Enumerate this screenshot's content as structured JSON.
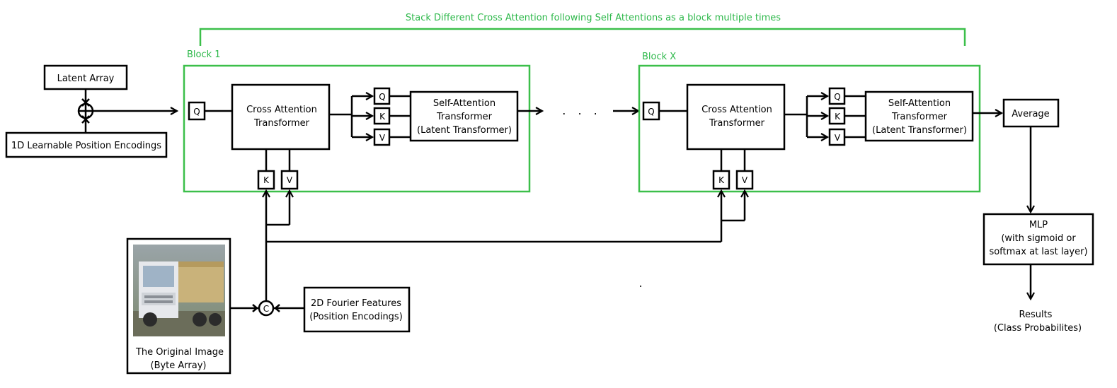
{
  "stack_note": "Stack Different Cross Attention following Self Attentions as a block multiple times",
  "block1_label": "Block 1",
  "blockx_label": "Block X",
  "latent_array": "Latent Array",
  "position_encodings_1d": "1D Learnable Position Encodings",
  "cross_attention": [
    "Cross Attention",
    "Transformer"
  ],
  "self_attention": [
    "Self-Attention",
    "Transformer",
    "(Latent Transformer)"
  ],
  "q_label": "Q",
  "k_label": "K",
  "v_label": "V",
  "ellipsis": ". . .",
  "average": "Average",
  "mlp": [
    "MLP",
    "(with sigmoid or",
    "softmax at last layer)"
  ],
  "results": [
    "Results",
    "(Class Probabilites)"
  ],
  "original_image": [
    "The Original Image",
    "(Byte Array)"
  ],
  "fourier_features": [
    "2D Fourier Features",
    "(Position Encodings)"
  ],
  "concat_symbol": "C",
  "colors": {
    "accent_green": "#3cbf4a",
    "line": "#000000"
  }
}
